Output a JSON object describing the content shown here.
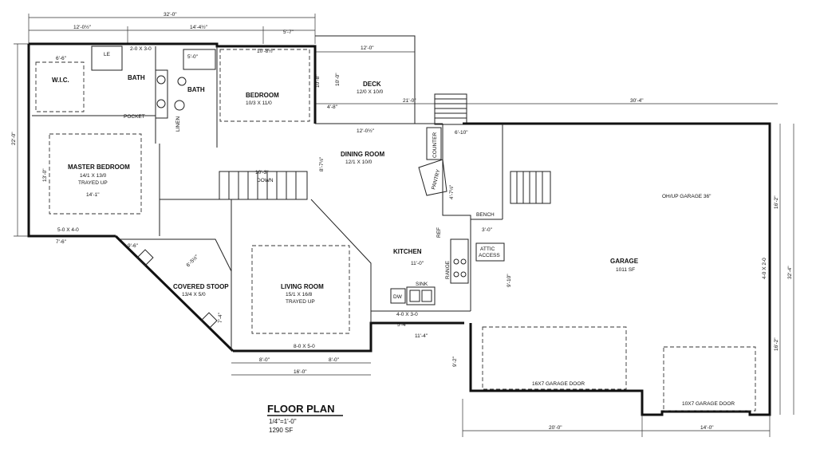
{
  "title": "FLOOR PLAN",
  "scale": "1/4\"=1'-0\"",
  "area": "1290 SF",
  "rooms": {
    "wic": "W.I.C.",
    "bath1": "BATH",
    "bath2": "BATH",
    "bedroom": {
      "name": "BEDROOM",
      "size": "10/3 X 11/0"
    },
    "deck": {
      "name": "DECK",
      "size": "12/0 X 10/0"
    },
    "master": {
      "name": "MASTER BEDROOM",
      "size": "14/1 X 13/0",
      "note": "TRAYED UP"
    },
    "dining": {
      "name": "DINING ROOM",
      "size": "12/1 X 10/0"
    },
    "kitchen": "KITCHEN",
    "living": {
      "name": "LIVING ROOM",
      "size": "15/1 X 16/8",
      "note": "TRAYED UP"
    },
    "stoop": {
      "name": "COVERED STOOP",
      "size": "13/4 X 5/0"
    },
    "garage": {
      "name": "GARAGE",
      "size": "1011 SF"
    }
  },
  "fixtures": {
    "counter": "COUNTER",
    "pantry": "PANTRY",
    "bench": "BENCH",
    "attic": [
      "ATTIC",
      "ACCESS"
    ],
    "sink": "SINK",
    "dw": "DW",
    "range": "RANGE",
    "linen": "LINEN",
    "pocket": "POCKET",
    "down": "DOWN",
    "ohup": "OH/UP GARAGE 36\"",
    "garage_door_1": "16X7 GARAGE DOOR",
    "garage_door_2": "10X7 GARAGE DOOR",
    "ref": "REF",
    "le": "LE"
  },
  "dims": {
    "d32_0": "32'-0\"",
    "d12_0_5": "12'-0½\"",
    "d14_4_5": "14'-4½\"",
    "d5_7": "5'-7\"",
    "d12_0": "12'-0\"",
    "d21_0": "21'-0\"",
    "d30_4": "30'-4\"",
    "d22_0": "22'-0\"",
    "d6_6": "6'-6\"",
    "d5_0": "5'-0\"",
    "d10_8_5": "10'-8½\"",
    "d4_8": "4'-8\"",
    "d10_0": "10'-0\"",
    "d13_0": "13'-0\"",
    "d14_1": "14'-1\"",
    "d7_6": "7'-6\"",
    "d9_6": "9'-6\"",
    "d10_3": "10'-3\"",
    "d8_0": "8'-0\"",
    "d16_0": "16'-0\"",
    "d8_0_b": "8'-0\"",
    "d11_4": "11'-4\"",
    "d5_4": "5'-4\"",
    "d9_10": "9'-10\"",
    "d16_2": "16'-2\"",
    "d32_4": "32'-4\"",
    "d16_2_b": "16'-2\"",
    "d20_0": "20'-0\"",
    "d14_0": "14'-0\"",
    "d9_2": "9'-2\"",
    "d10_8": "10'-8\"",
    "d3_0": "3'-0\"",
    "d6_10": "6'-10\"",
    "d5_0_x_4_0": "5-0 X 4-0",
    "d8_0_x_5_0": "8-0 X 5-0",
    "d4_0_x_3_0": "4-0 X 3-0",
    "d2_0_x_3_0": "2-0 X 3-0",
    "d4_0_x_2_0": "4-0 X 2-0",
    "d7_4": "7'-4\"",
    "d11_0": "11'-0\"",
    "d6_5_5": "6'-5½\"",
    "d8_7_5": "8'-7½\"",
    "d12_0_5b": "12'-0½\"",
    "d4_7_5": "4'-7½\""
  }
}
